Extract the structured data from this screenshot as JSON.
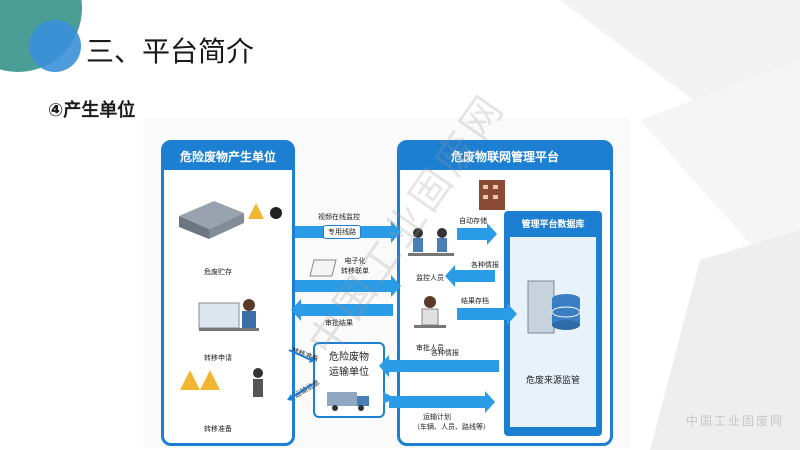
{
  "slide": {
    "title": "三、平台简介",
    "subtitle": "④产生单位",
    "footer_mark": "中国工业固废网"
  },
  "diagram": {
    "left_panel": {
      "title": "危险废物产生单位",
      "items": [
        "危废贮存",
        "转移申请",
        "转移准备"
      ]
    },
    "right_panel": {
      "title": "危废物联网管理平台",
      "personnel": [
        "监控人员",
        "审批人员"
      ],
      "db_title": "管理平台数据库",
      "db_label": "危废来源监管"
    },
    "transport_unit": "危险废物\n运输单位",
    "flows": {
      "video": "视频在线监控",
      "dedicated_line": "专用线路",
      "auto_store": "自动存储",
      "various_info_1": "各种情报",
      "e_manifest": "电子化\n转移联单",
      "result_store": "结果存档",
      "approval_result": "审批结果",
      "various_info_2": "各种情报",
      "transfer_prep": "转移准备",
      "transport_info": "运输信息",
      "transport_plan": "运输计划",
      "transport_plan_detail": "（车辆、人员、路线等）"
    }
  },
  "colors": {
    "accent": "#1d7fd1",
    "arrow": "#2a9be6",
    "teal_shape": "#4a9e96"
  }
}
